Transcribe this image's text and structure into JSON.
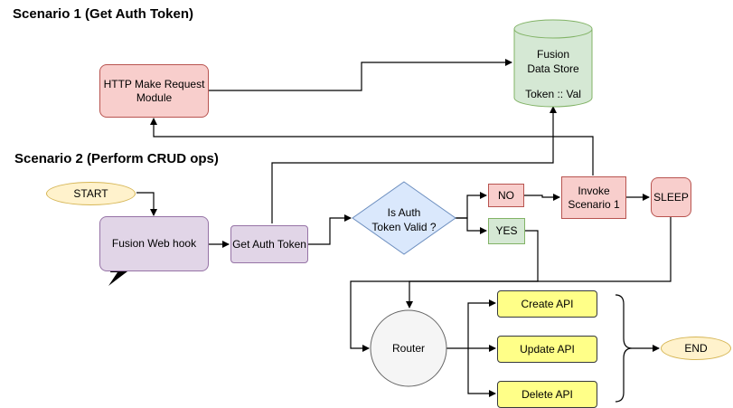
{
  "headings": {
    "scenario1": "Scenario 1 (Get Auth Token)",
    "scenario2": "Scenario 2 (Perform CRUD ops)"
  },
  "nodes": {
    "http_module": "HTTP Make Request\nModule",
    "datastore_title": "Fusion\nData Store",
    "datastore_value": "Token :: Val",
    "start": "START",
    "webhook": "Fusion Web hook",
    "get_token": "Get Auth Token",
    "decision": "Is Auth\nToken Valid ?",
    "no": "NO",
    "yes": "YES",
    "invoke": "Invoke\nScenario 1",
    "sleep": "SLEEP",
    "router": "Router",
    "create": "Create API",
    "update": "Update API",
    "delete": "Delete API",
    "end": "END"
  },
  "colors": {
    "red_fill": "#f8cecc",
    "purple_fill": "#e1d5e7",
    "green_fill": "#d5e8d4",
    "blue_fill": "#dae8fc",
    "yellow_fill": "#ffff88",
    "oval_fill": "#fff2cc",
    "router_fill": "#f5f5f5"
  }
}
